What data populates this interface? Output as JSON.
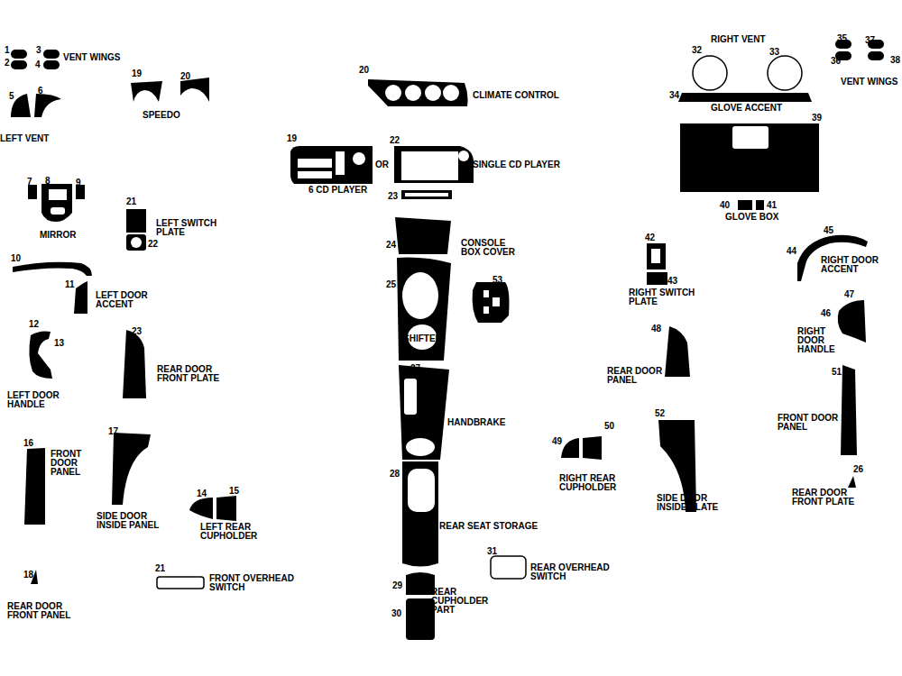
{
  "diagram": {
    "labels": [
      "1",
      "2",
      "3",
      "4",
      "VENT WINGS",
      "5",
      "6",
      "LEFT VENT",
      "19",
      "20",
      "SPEEDO",
      "20",
      "CLIMATE CONTROL",
      "RIGHT VENT",
      "32",
      "33",
      "35",
      "37",
      "36",
      "38",
      "VENT WINGS",
      "34",
      "GLOVE ACCENT",
      "39",
      "19",
      "22",
      "OR",
      "SINGLE CD PLAYER",
      "6 CD PLAYER",
      "23",
      "7",
      "8",
      "9",
      "MIRROR",
      "21",
      "LEFT SWITCH PLATE",
      "22",
      "40",
      "41",
      "GLOVE BOX",
      "24",
      "CONSOLE BOX COVER",
      "42",
      "43",
      "RIGHT SWITCH PLATE",
      "45",
      "44",
      "RIGHT DOOR ACCENT",
      "10",
      "11",
      "LEFT DOOR ACCENT",
      "25",
      "53",
      "SHIFTER",
      "47",
      "46",
      "RIGHT DOOR HANDLE",
      "12",
      "13",
      "23",
      "REAR DOOR FRONT PLATE",
      "LEFT DOOR HANDLE",
      "48",
      "REAR DOOR PANEL",
      "27",
      "HANDBRAKE",
      "51",
      "FRONT DOOR PANEL",
      "16",
      "FRONT DOOR PANEL",
      "17",
      "50",
      "52",
      "49",
      "RIGHT REAR CUPHOLDER",
      "28",
      "26",
      "REAR DOOR FRONT PLATE",
      "SIDE DOOR INSIDE PLATE",
      "SIDE DOOR INSIDE PANEL",
      "14",
      "15",
      "LEFT REAR CUPHOLDER",
      "REAR SEAT STORAGE",
      "31",
      "REAR OVERHEAD SWITCH",
      "21",
      "FRONT OVERHEAD SWITCH",
      "18",
      "REAR DOOR FRONT PANEL",
      "29",
      "REAR CUPHOLDER PART",
      "30"
    ]
  }
}
